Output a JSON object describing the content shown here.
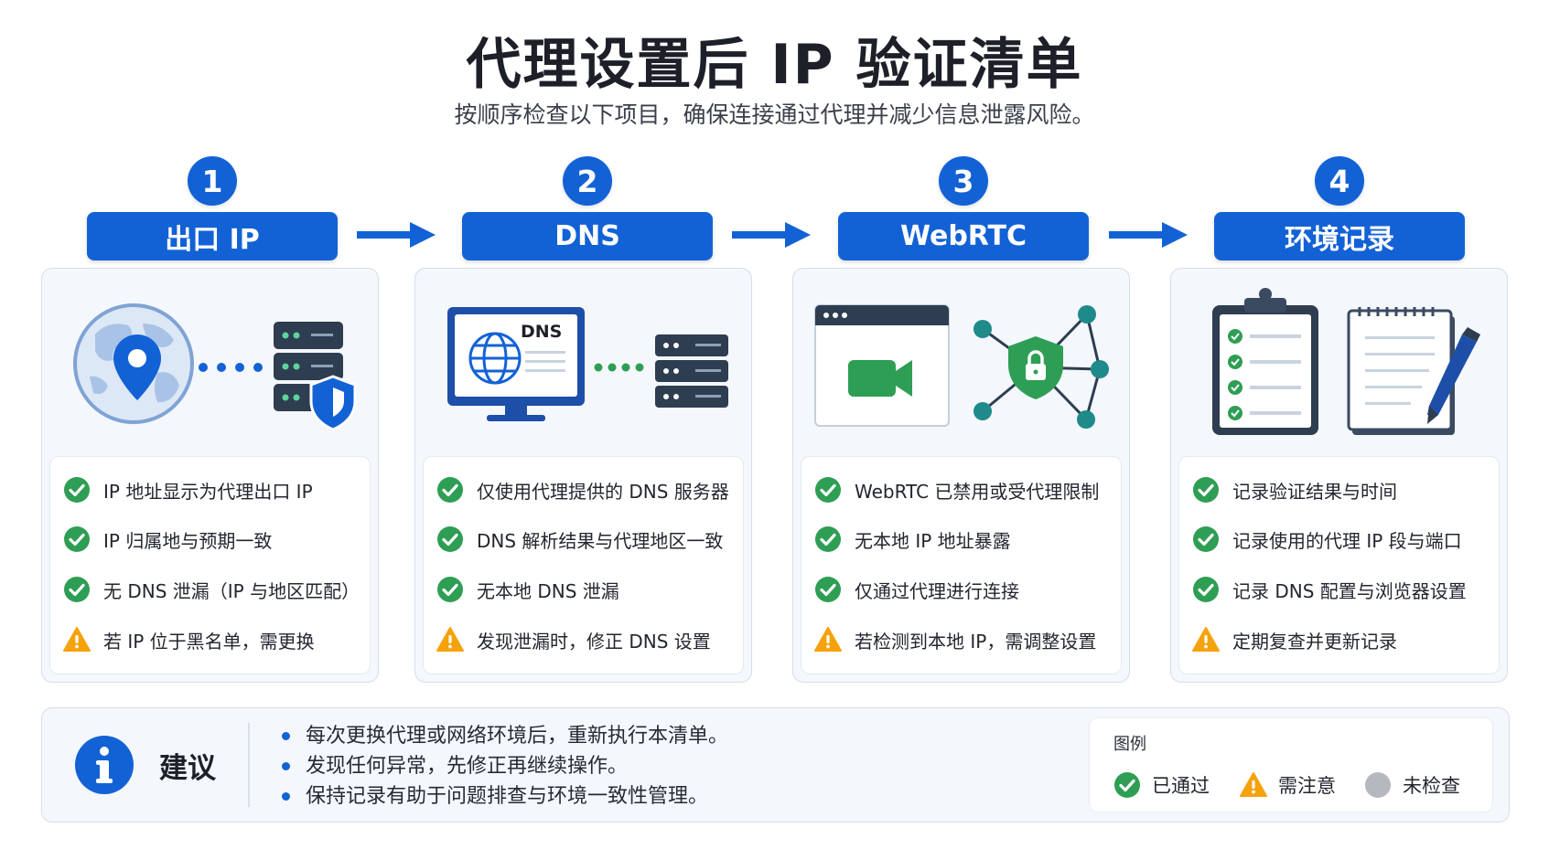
{
  "title": "代理设置后 IP 验证清单",
  "subtitle": "按顺序检查以下项目，确保连接通过代理并减少信息泄露风险。",
  "colors": {
    "primary": "#1262d6",
    "success": "#2e9e54",
    "warning": "#f5a20c",
    "unchecked": "#b5b9bf"
  },
  "steps": [
    {
      "number": "1",
      "label": "出口 IP",
      "illustration": "globe-location-to-shield-server",
      "items": [
        {
          "status": "pass",
          "text": "IP 地址显示为代理出口 IP"
        },
        {
          "status": "pass",
          "text": "IP 归属地与预期一致"
        },
        {
          "status": "pass",
          "text": "无 DNS 泄漏（IP 与地区匹配）"
        },
        {
          "status": "warn",
          "text": "若 IP 位于黑名单，需更换"
        }
      ]
    },
    {
      "number": "2",
      "label": "DNS",
      "illustration": "dns-monitor-to-server",
      "monitor_text": "DNS",
      "items": [
        {
          "status": "pass",
          "text": "仅使用代理提供的 DNS 服务器"
        },
        {
          "status": "pass",
          "text": "DNS 解析结果与代理地区一致"
        },
        {
          "status": "pass",
          "text": "无本地 DNS 泄漏"
        },
        {
          "status": "warn",
          "text": "发现泄漏时，修正 DNS 设置"
        }
      ]
    },
    {
      "number": "3",
      "label": "WebRTC",
      "illustration": "video-window-and-lock-network",
      "items": [
        {
          "status": "pass",
          "text": "WebRTC 已禁用或受代理限制"
        },
        {
          "status": "pass",
          "text": "无本地 IP 地址暴露"
        },
        {
          "status": "pass",
          "text": "仅通过代理进行连接"
        },
        {
          "status": "warn",
          "text": "若检测到本地 IP，需调整设置"
        }
      ]
    },
    {
      "number": "4",
      "label": "环境记录",
      "illustration": "clipboard-checklist-and-notepad-pen",
      "items": [
        {
          "status": "pass",
          "text": "记录验证结果与时间"
        },
        {
          "status": "pass",
          "text": "记录使用的代理 IP 段与端口"
        },
        {
          "status": "pass",
          "text": "记录 DNS 配置与浏览器设置"
        },
        {
          "status": "warn",
          "text": "定期复查并更新记录"
        }
      ]
    }
  ],
  "advice": {
    "title": "建议",
    "icon": "info-icon",
    "items": [
      "每次更换代理或网络环境后，重新执行本清单。",
      "发现任何异常，先修正再继续操作。",
      "保持记录有助于问题排查与环境一致性管理。"
    ]
  },
  "legend": {
    "title": "图例",
    "items": [
      {
        "status": "pass",
        "label": "已通过"
      },
      {
        "status": "warn",
        "label": "需注意"
      },
      {
        "status": "unchecked",
        "label": "未检查"
      }
    ]
  }
}
